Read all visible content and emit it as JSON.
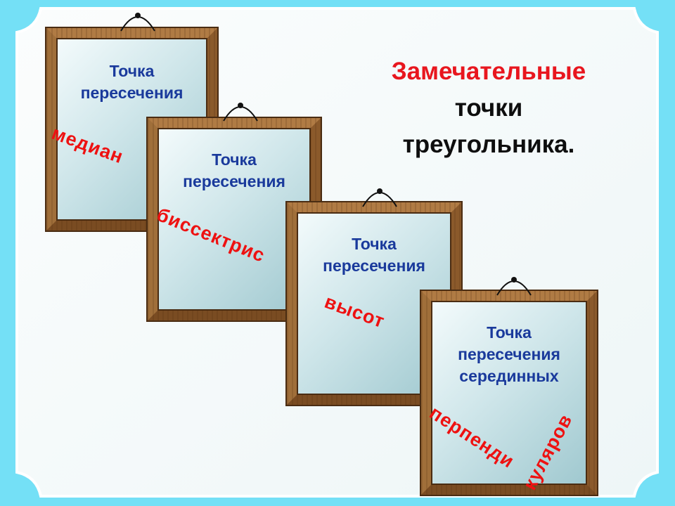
{
  "slide": {
    "title_line1": "Замечательные",
    "title_line2": "точки",
    "title_line3": "треугольника."
  },
  "frames": [
    {
      "label_line1": "Точка",
      "label_line2": "пересечения",
      "word": "медиан"
    },
    {
      "label_line1": "Точка",
      "label_line2": "пересечения",
      "word": "биссектрис"
    },
    {
      "label_line1": "Точка",
      "label_line2": "пересечения",
      "word": "высот"
    },
    {
      "label_line1": "Точка",
      "label_line2": "пересечения",
      "label_line3": "серединных",
      "word_part1": "перпенди",
      "word_part2": "куляров"
    }
  ],
  "colors": {
    "background": "#74e0f6",
    "board": "#f7fbfb",
    "title": "#e8161e",
    "label": "#1a3a9c",
    "accent_word": "#ee1111",
    "frame_wood": "#9a6a35"
  }
}
